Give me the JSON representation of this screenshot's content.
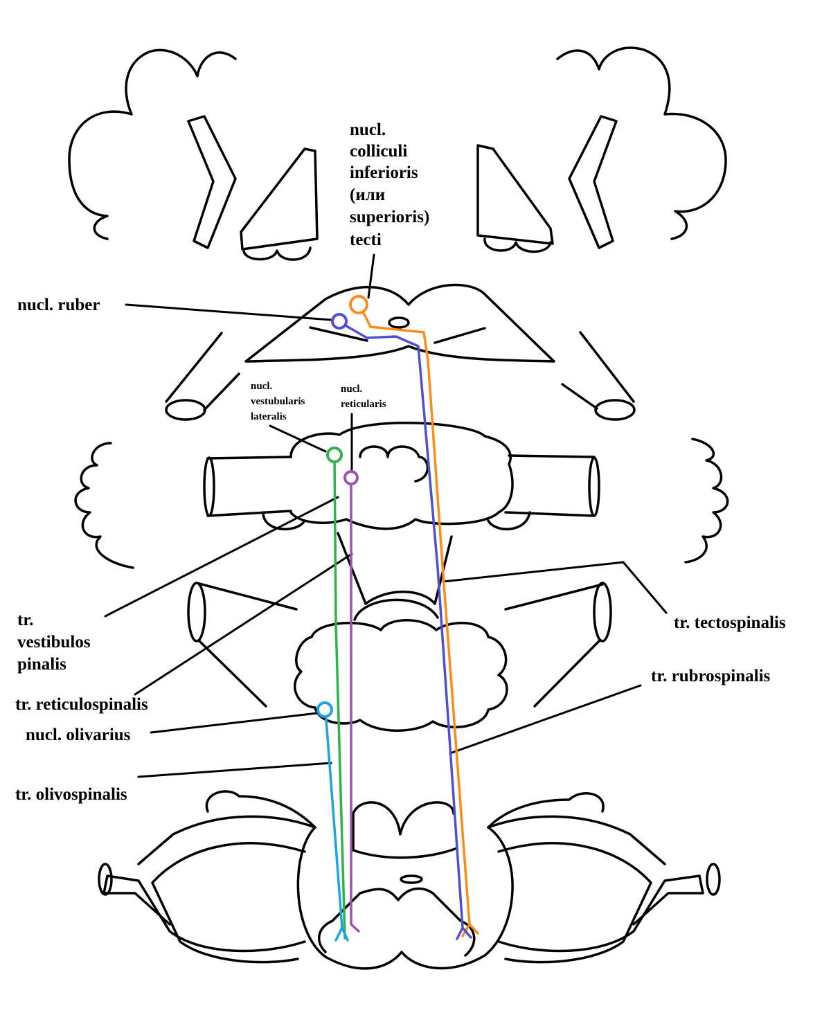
{
  "labels": {
    "tecti_nucleus": [
      "nucl.",
      "colliculi",
      "inferioris",
      "(или",
      "superioris)",
      "tecti"
    ],
    "ruber": "nucl. ruber",
    "vestibular_nucleus": [
      "nucl.",
      "vestubularis",
      "lateralis"
    ],
    "reticular_nucleus": [
      "nucl.",
      "reticularis"
    ],
    "vestibulospinal": [
      "tr.",
      "vestibulos",
      "pinalis"
    ],
    "reticulospinal": "tr. reticulospinalis",
    "olivarius": "nucl. olivarius",
    "olivospinal": "tr. olivospinalis",
    "tectospinal": "tr. tectospinalis",
    "rubrospinal": "tr. rubrospinalis"
  },
  "colors": {
    "tectospinal": "#ff8c1a",
    "rubrospinal": "#4f4fd0",
    "vestibulospinal": "#2db34a",
    "reticulospinal": "#a24fb5",
    "olivospinal": "#1fa2e0",
    "outline": "#000000"
  }
}
